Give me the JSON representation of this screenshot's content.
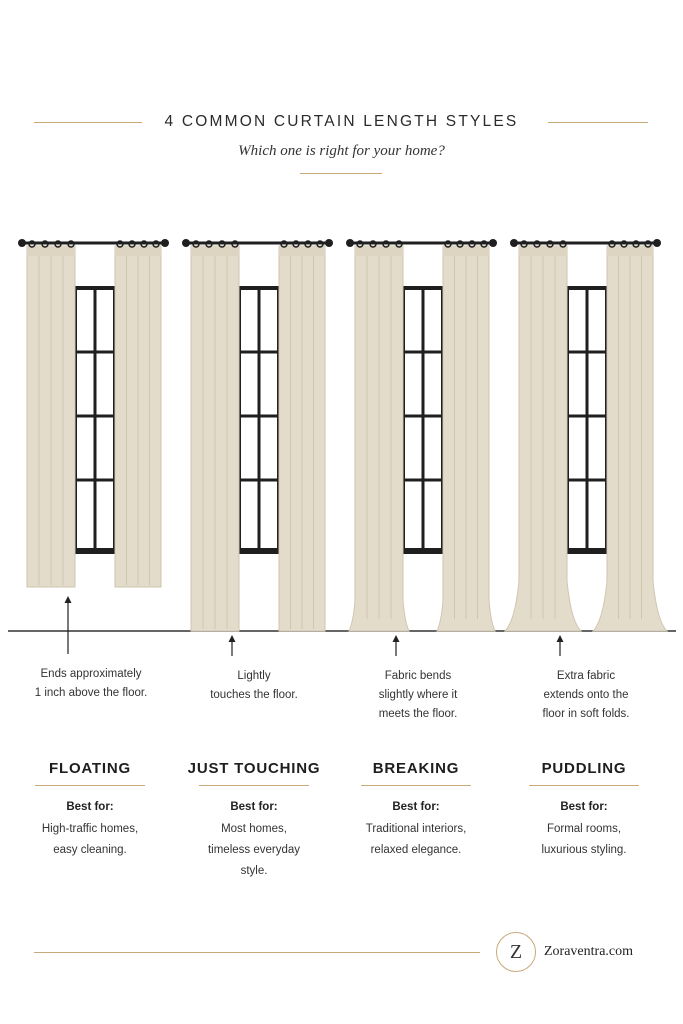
{
  "header": {
    "title": "4 COMMON CURTAIN LENGTH STYLES",
    "subtitle": "Which one is right for your home?"
  },
  "colors": {
    "accent": "#c9a97a",
    "fabric": "#e4dccb",
    "fabric_shade": "#cfc5b0",
    "hardware": "#1f1f1f"
  },
  "styles": [
    {
      "name": "FLOATING",
      "description": [
        "Ends approximately",
        "1 inch above the floor."
      ],
      "best_for_label": "Best for:",
      "best_for": [
        "High-traffic homes,",
        "easy cleaning."
      ]
    },
    {
      "name": "JUST TOUCHING",
      "description": [
        "Lightly",
        "touches the floor."
      ],
      "best_for_label": "Best for:",
      "best_for": [
        "Most homes,",
        "timeless everyday",
        "style."
      ]
    },
    {
      "name": "BREAKING",
      "description": [
        "Fabric bends",
        "slightly where it",
        "meets the floor."
      ],
      "best_for_label": "Best for:",
      "best_for": [
        "Traditional interiors,",
        "relaxed elegance."
      ]
    },
    {
      "name": "PUDDLING",
      "description": [
        "Extra fabric",
        "extends onto the",
        "floor in soft folds."
      ],
      "best_for_label": "Best for:",
      "best_for": [
        "Formal rooms,",
        "luxurious styling."
      ]
    }
  ],
  "footer": {
    "logo_letter": "Z",
    "brand": "Zoraventra.com"
  }
}
